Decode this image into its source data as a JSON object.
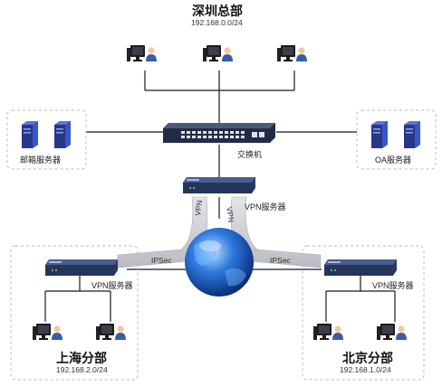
{
  "headquarters": {
    "title": "深圳总部",
    "subnet": "192.168.0.0/24"
  },
  "shanghai": {
    "title": "上海分部",
    "subnet": "192.168.2.0/24",
    "vpn_label": "VPN服务器"
  },
  "beijing": {
    "title": "北京分部",
    "subnet": "192.168.1.0/24",
    "vpn_label": "VPN服务器"
  },
  "mail_server": {
    "label": "邮箱服务器"
  },
  "oa_server": {
    "label": "OA服务器"
  },
  "core_switch": {
    "label": "交换机"
  },
  "hq_vpn": {
    "label": "VPN服务器"
  },
  "tunnels": {
    "vpn_left": "VPN",
    "vpn_right": "VPN",
    "ipsec_left": "IPSec",
    "ipsec_right": "IPSec"
  },
  "colors": {
    "line": "#1a1a1a",
    "dashed_box": "#bbbbbb",
    "server": "#2a3d8f",
    "router": "#2b3a63",
    "tunnel": "#c9ccd1",
    "globe": "#2a6fd6"
  }
}
